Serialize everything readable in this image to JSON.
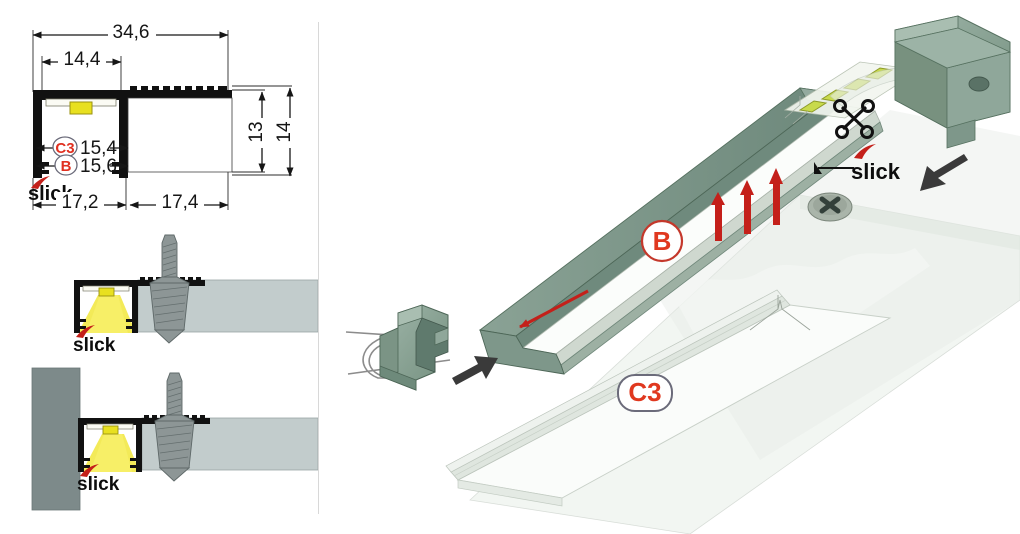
{
  "document": {
    "type": "technical-drawing",
    "brand": "slick",
    "background_color": "#ffffff"
  },
  "colors": {
    "profile_body": "#8fa79a",
    "profile_body_dark": "#5f7a6d",
    "profile_body_light": "#aabfb4",
    "endcap": "#84a093",
    "diffuser": "#f4f7f4",
    "led_chip": "#c6d94a",
    "led_yellow": "#e8e020",
    "annotation_red": "#c4201a",
    "balloon_red": "#e0381f",
    "balloon_outline": "#6b6b7a",
    "outline_black": "#111111",
    "wall_gray": "#7d8a8a",
    "substrate_gray": "#c2cccc",
    "screw_gray": "#77807f",
    "light_cone": "#f2e84a",
    "divider": "#d8d8d8"
  },
  "cross_section": {
    "title": "profile-cross-section",
    "dimensions": {
      "overall_width": "34,6",
      "channel_inner_width": "14,4",
      "channel_outer_width": "17,2",
      "flange_width": "17,4",
      "inner_depth": "13",
      "overall_height": "14",
      "opening_c3": "15,4",
      "opening_b": "15,6"
    },
    "balloons": [
      {
        "id": "C3",
        "label": "C3",
        "value": "15,4"
      },
      {
        "id": "B",
        "label": "B",
        "value": "15,6"
      }
    ],
    "logo": "slick"
  },
  "detail_mounted": {
    "title": "mounting-detail-flush",
    "logo": "slick",
    "parts": [
      "profile",
      "led-strip",
      "diffuser",
      "screw",
      "substrate",
      "light-cone"
    ]
  },
  "detail_wall": {
    "title": "mounting-detail-wall",
    "logo": "slick",
    "parts": [
      "wall",
      "profile",
      "led-strip",
      "diffuser",
      "screw",
      "substrate",
      "light-cone"
    ]
  },
  "assembly": {
    "title": "assembly-exploded-view",
    "logo": "slick",
    "balloons": [
      {
        "id": "B",
        "label": "B",
        "shape": "circle"
      },
      {
        "id": "C3",
        "label": "C3",
        "shape": "pill"
      }
    ],
    "callouts": {
      "cut_tool": "scissors-icon",
      "screw": "screw-head-icon"
    },
    "arrows": [
      {
        "name": "endcap-insert-arrow",
        "color": "#3a3a3a",
        "direction": "down-left"
      },
      {
        "name": "wire-endcap-insert-arrow",
        "color": "#3a3a3a",
        "direction": "right"
      },
      {
        "name": "diffuser-slide-arrow",
        "color": "#c4201a",
        "direction": "down-left"
      },
      {
        "name": "profile-press-arrow-1",
        "color": "#c4201a",
        "direction": "up"
      },
      {
        "name": "profile-press-arrow-2",
        "color": "#c4201a",
        "direction": "up"
      },
      {
        "name": "profile-press-arrow-3",
        "color": "#c4201a",
        "direction": "up"
      }
    ],
    "parts": [
      "aluminium-profile",
      "end-cap",
      "end-cap-with-wire",
      "led-strip",
      "diffuser-cover",
      "mounting-screw",
      "substrate-panel"
    ]
  }
}
